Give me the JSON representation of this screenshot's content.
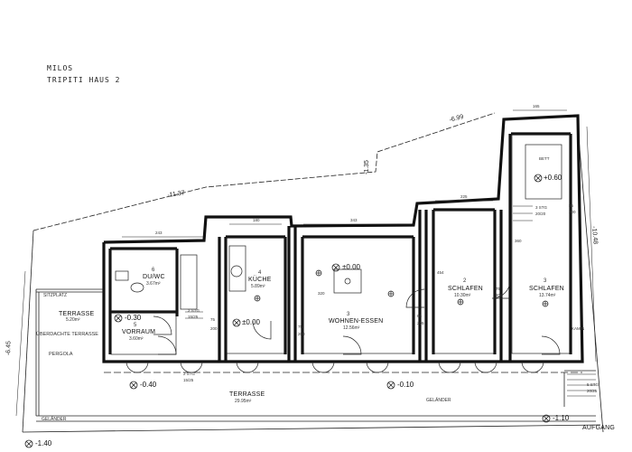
{
  "header": {
    "line1": "MILOS",
    "line2": "TRIPITI HAUS 2"
  },
  "rooms": {
    "duwc": {
      "number": "6",
      "name": "DU/WC",
      "area": "3.67m²"
    },
    "kueche": {
      "number": "4",
      "name": "KÜCHE",
      "area": "5.89m²"
    },
    "wohnen": {
      "number": "3",
      "name": "WOHNEN-ESSEN",
      "area": "12.56m²"
    },
    "schlafen2": {
      "number": "2",
      "name": "SCHLAFEN",
      "area": "10.30m²"
    },
    "schlafen3": {
      "number": "3",
      "name": "SCHLAFEN",
      "area": "13.74m²"
    },
    "vorraum": {
      "number": "5",
      "name": "VORRAUM",
      "area": "3.60m²"
    },
    "terrasse_left": {
      "name": "TERRASSE",
      "area": "5.20m²"
    },
    "terrasse_bottom": {
      "name": "TERRASSE",
      "area": "29.95m²"
    }
  },
  "labels": {
    "sitzplatz": "SITZPLATZ",
    "ueberdachte": "ÜBERDACHTE TERRASSE",
    "pergola": "PERGOLA",
    "gelaender_left": "GELÄNDER",
    "gelaender_right": "GELÄNDER",
    "aufgang": "AUFGANG",
    "bett": "BETT",
    "kamin": "KAMIN"
  },
  "levels": {
    "wohnen": "±0.00",
    "kueche": "±0.00",
    "vorraum": "-0.30",
    "terrasse": "-0.40",
    "terrasse_right": "-0.10",
    "schlafen3": "+0.60",
    "outside_left": "-1.40",
    "outside_right": "-1.10"
  },
  "stairs": {
    "s1": "2 STG",
    "s1b": "15/25",
    "s2": "2 STG",
    "s2b": "15/25",
    "s3": "3 STG",
    "s3b": "20/20",
    "s4": "5 STG",
    "s4b": "20/25"
  },
  "dims": {
    "d699": "-6.99",
    "d135": "-1.35",
    "d1137": "-11.37",
    "d1048": "-10.48",
    "d645": "-6.45",
    "d243": "243",
    "d180": "180",
    "d343": "343",
    "d225": "225",
    "d165": "165",
    "d75a": "75",
    "d200a": "200",
    "d75b": "75",
    "d200b": "200",
    "d75c": "75",
    "d200c": "200",
    "d65": "65",
    "d205": "205",
    "d320": "320",
    "d360": "360",
    "d454": "454",
    "d85": "85",
    "d200d": "200"
  }
}
